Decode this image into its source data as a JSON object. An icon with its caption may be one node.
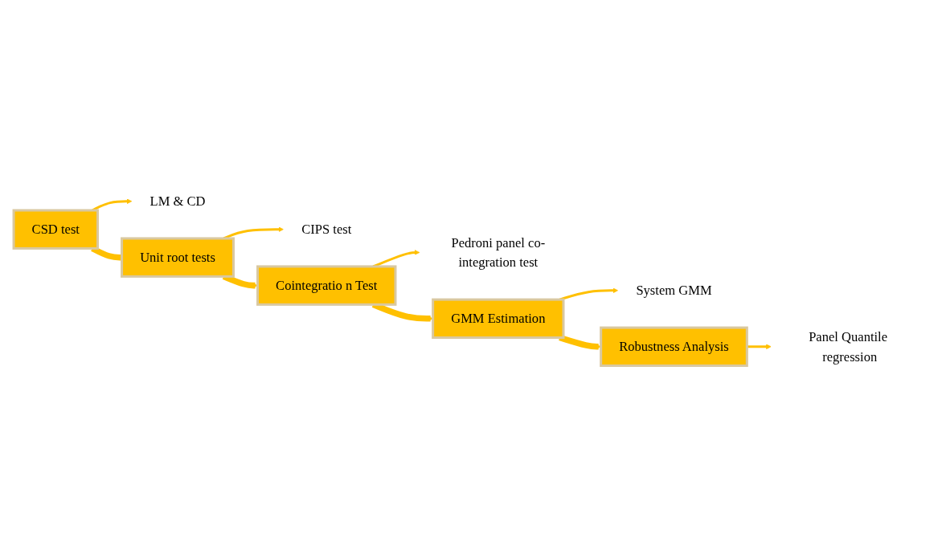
{
  "diagram": {
    "nodes": [
      {
        "text": [
          "CSD test"
        ]
      },
      {
        "text": [
          "LM & CD"
        ]
      },
      {
        "text": [
          "Unit root tests"
        ]
      },
      {
        "text": [
          "CIPS test"
        ]
      },
      {
        "text": [
          "Cointegratio n Test"
        ]
      },
      {
        "text": [
          "Pedroni panel co-integration test"
        ]
      },
      {
        "text": [
          "GMM Estimation"
        ]
      },
      {
        "text": [
          "System GMM"
        ]
      },
      {
        "text": [
          "Robustness Analysis"
        ]
      },
      {
        "text": [
          "Panel Quantile regression"
        ]
      }
    ],
    "edges": [
      {
        "from": 0,
        "to": 1,
        "arrow": "to"
      },
      {
        "from": 0,
        "to": 2,
        "arrow": "none",
        "style": "thick"
      },
      {
        "from": 2,
        "to": 3,
        "arrow": "to"
      },
      {
        "from": 2,
        "to": 4,
        "arrow": "to",
        "style": "thick"
      },
      {
        "from": 4,
        "to": 5,
        "arrow": "to"
      },
      {
        "from": 4,
        "to": 6,
        "arrow": "to",
        "style": "thick"
      },
      {
        "from": 6,
        "to": 7,
        "arrow": "to"
      },
      {
        "from": 6,
        "to": 8,
        "arrow": "to",
        "style": "thick"
      },
      {
        "from": 8,
        "to": 9,
        "arrow": "to"
      }
    ]
  }
}
